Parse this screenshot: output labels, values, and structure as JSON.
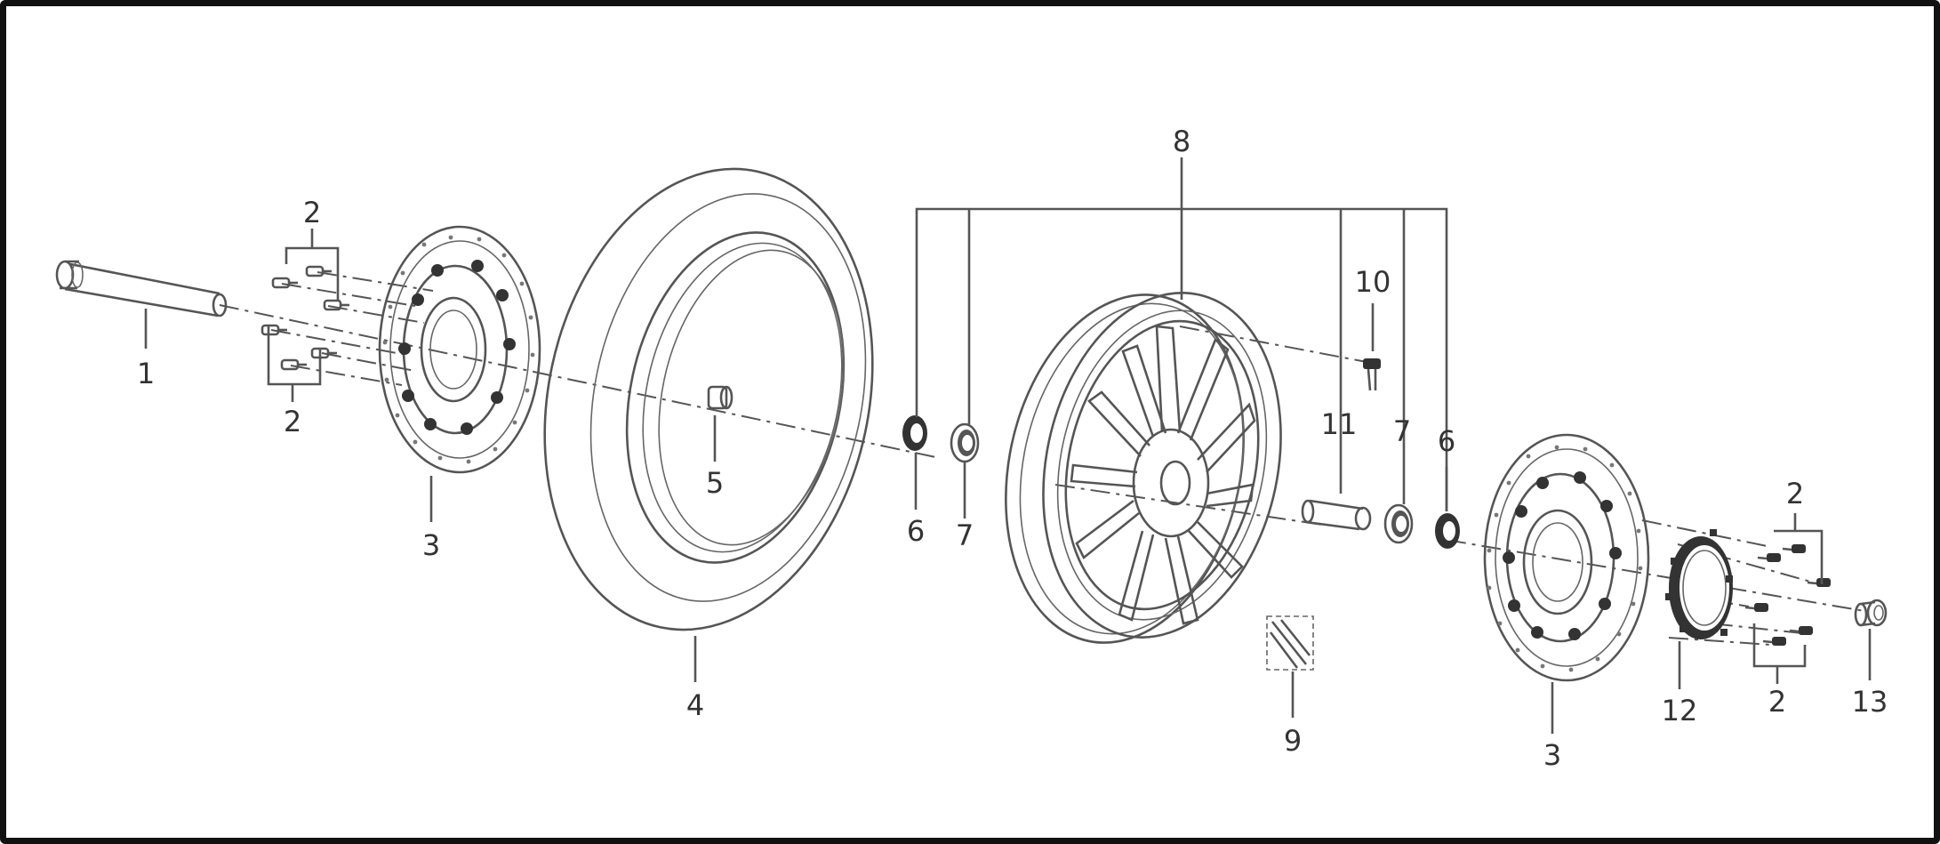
{
  "figure": {
    "title": "",
    "callouts": [
      {
        "id": "c1",
        "text": "1"
      },
      {
        "id": "c2a",
        "text": "2"
      },
      {
        "id": "c2b",
        "text": "2"
      },
      {
        "id": "c3a",
        "text": "3"
      },
      {
        "id": "c4",
        "text": "4"
      },
      {
        "id": "c5",
        "text": "5"
      },
      {
        "id": "c6a",
        "text": "6"
      },
      {
        "id": "c7a",
        "text": "7"
      },
      {
        "id": "c8",
        "text": "8"
      },
      {
        "id": "c9",
        "text": "9"
      },
      {
        "id": "c10",
        "text": "10"
      },
      {
        "id": "c11",
        "text": "11"
      },
      {
        "id": "c7b",
        "text": "7"
      },
      {
        "id": "c6b",
        "text": "6"
      },
      {
        "id": "c3b",
        "text": "3"
      },
      {
        "id": "c12",
        "text": "12"
      },
      {
        "id": "c2c",
        "text": "2"
      },
      {
        "id": "c2d",
        "text": "2"
      },
      {
        "id": "c13",
        "text": "13"
      }
    ]
  },
  "colors": {
    "line": "#4a4a4a",
    "text": "#333333",
    "frame": "#111111",
    "background": "#ffffff"
  }
}
